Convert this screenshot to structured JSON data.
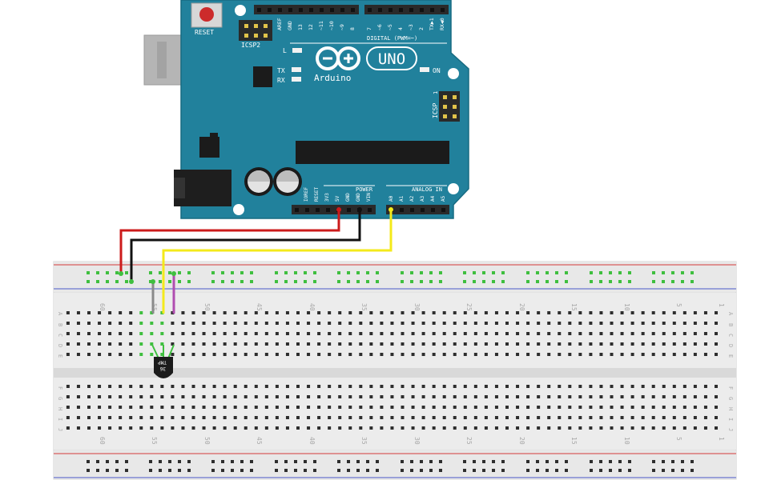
{
  "board": {
    "logo": "Arduino",
    "model": "UNO",
    "reset_label": "RESET",
    "icsp2_label": "ICSP2",
    "icsp_label": "ICSP",
    "icsp_pin1": "1",
    "led_l": "L",
    "led_tx": "TX",
    "led_rx": "RX",
    "led_on": "ON",
    "digital_label": "DIGITAL (PWM=~)",
    "power_label": "POWER",
    "analog_label": "ANALOG IN",
    "digital_pins": [
      "AREF",
      "GND",
      "13",
      "12",
      "~11",
      "~10",
      "~9",
      "8",
      "7",
      "~6",
      "~5",
      "4",
      "~3",
      "2",
      "TX▶1",
      "RX◀0"
    ],
    "power_pins": [
      "IOREF",
      "RESET",
      "3V3",
      "5V",
      "GND",
      "GND",
      "VIN"
    ],
    "analog_pins": [
      "A0",
      "A1",
      "A2",
      "A3",
      "A4",
      "A5"
    ]
  },
  "sensor": {
    "label_line1": "TMP",
    "label_line2": "36"
  },
  "breadboard": {
    "row_letters_top": [
      "A",
      "B",
      "C",
      "D",
      "E"
    ],
    "row_letters_bottom": [
      "F",
      "G",
      "H",
      "I",
      "J"
    ],
    "column_numbers": [
      "60",
      "55",
      "50",
      "45",
      "40",
      "35",
      "30",
      "25",
      "20",
      "15",
      "10",
      "5",
      "1"
    ]
  },
  "colors": {
    "board": "#21819c",
    "board_edge": "#176b82",
    "wire_5v": "#cc1b1b",
    "wire_gnd": "#111111",
    "wire_signal": "#f4ea1b",
    "lead_left": "#8a8a8a",
    "lead_middle": "#f4ea1b",
    "lead_right": "#b04db0",
    "hole_active": "#3fbf3f",
    "hole": "#2e2e2e",
    "rail_red": "#d43a3a",
    "rail_blue": "#4a58c8"
  }
}
